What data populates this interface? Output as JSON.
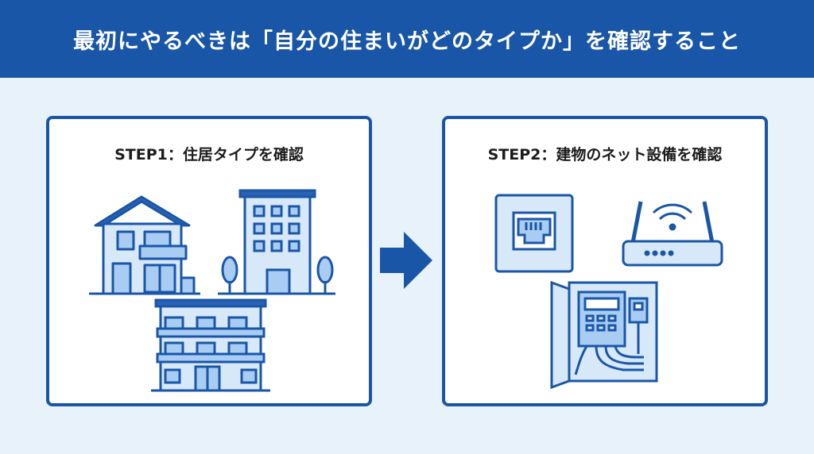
{
  "header": {
    "title": "最初にやるべきは「自分の住まいがどのタイプか」を確認すること"
  },
  "steps": [
    {
      "title": "STEP1：住居タイプを確認",
      "icons": [
        "detached-house-icon",
        "apartment-building-icon",
        "low-rise-apartment-icon"
      ]
    },
    {
      "title": "STEP2：建物のネット設備を確認",
      "icons": [
        "lan-port-icon",
        "wifi-router-icon",
        "distribution-panel-icon"
      ]
    }
  ],
  "colors": {
    "brand": "#1a56a8",
    "background": "#e8f2fb",
    "icon_fill": "#a9cdf2",
    "icon_stroke": "#1a56a8"
  }
}
